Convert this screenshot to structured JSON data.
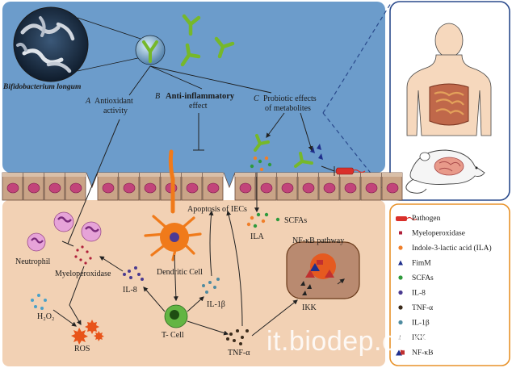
{
  "labels": {
    "bacterium": "Bifidobacterium longum",
    "a_letter": "A",
    "a_text_1": "Antioxidant",
    "a_text_2": "activity",
    "b_letter": "B",
    "b_text_1": "Anti-inflammatory",
    "b_text_2": "effect",
    "c_letter": "C",
    "c_text_1": "Probiotic effects",
    "c_text_2": "of metabolites",
    "apoptosis": "Apoptosis of IECs",
    "ila": "ILA",
    "scfas": "SCFAs",
    "nfkb_pathway": "NF-κB pathway",
    "neutrophil": "Neutrophil",
    "myeloperoxidase": "Myeloperoxidase",
    "il8": "IL-8",
    "dendritic": "Dendritic Cell",
    "il1b": "IL-1β",
    "h2o2": "H₂O₂",
    "ros": "ROS",
    "tcell": "T- Cell",
    "tnfa": "TNF-α",
    "ikk": "IKK"
  },
  "legend": {
    "items": [
      {
        "label": "Pathogen",
        "symbol": "pathogen-icon",
        "color": "#d9302a"
      },
      {
        "label": "Myeloperoxidase",
        "symbol": "square-dot-icon",
        "color": "#b0203a"
      },
      {
        "label": "Indole-3-lactic acid (ILA)",
        "symbol": "dot-icon",
        "color": "#f07f2a"
      },
      {
        "label": "FimM",
        "symbol": "triangle-icon",
        "color": "#1f2f8c"
      },
      {
        "label": "SCFAs",
        "symbol": "dot-icon",
        "color": "#2e9a3c"
      },
      {
        "label": "IL-8",
        "symbol": "dot-icon",
        "color": "#4a3a90"
      },
      {
        "label": "TNF-α",
        "symbol": "dot-icon",
        "color": "#3a2a1a"
      },
      {
        "label": "IL-1β",
        "symbol": "dot-icon",
        "color": "#4f8ba0"
      },
      {
        "label": "IKK",
        "symbol": "half-triangle-icon",
        "color": "#222222"
      },
      {
        "label": "NF-κB",
        "symbol": "nfkb-icon",
        "color": "#c03030"
      }
    ]
  },
  "watermark": "it.biodep.com",
  "colors": {
    "lumen": "#6c9ccb",
    "tissue": "#f2d1b4",
    "epithelium": "#c9a487",
    "nucleus": "#c2447a",
    "bacterium_green": "#76b82a",
    "dendritic": "#f07a1a",
    "tcell": "#63b543",
    "neutrophil": "#d880c8",
    "ros": "#e8541a",
    "nfkb_box": "#b98a70"
  }
}
